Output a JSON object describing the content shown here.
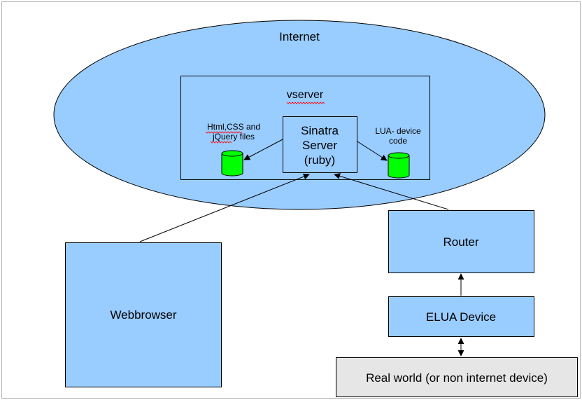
{
  "diagram": {
    "internet_label": "Internet",
    "vserver_label": "vserver",
    "sinatra_line1": "Sinatra",
    "sinatra_line2": "Server",
    "sinatra_line3": "(ruby)",
    "html_files_line1": "Html,CSS and",
    "html_files_line2": "jQuery  files",
    "lua_code_line1": "LUA- device",
    "lua_code_line2": "code",
    "router_label": "Router",
    "webbrowser_label": "Webbrowser",
    "elua_label": "ELUA Device",
    "real_world_label": "Real world (or non internet device)"
  },
  "colors": {
    "box_fill": "#99ccff",
    "database_fill": "#00ff00",
    "real_world_fill": "#e6e6e6",
    "spellcheck_underline": "#ff0000"
  }
}
